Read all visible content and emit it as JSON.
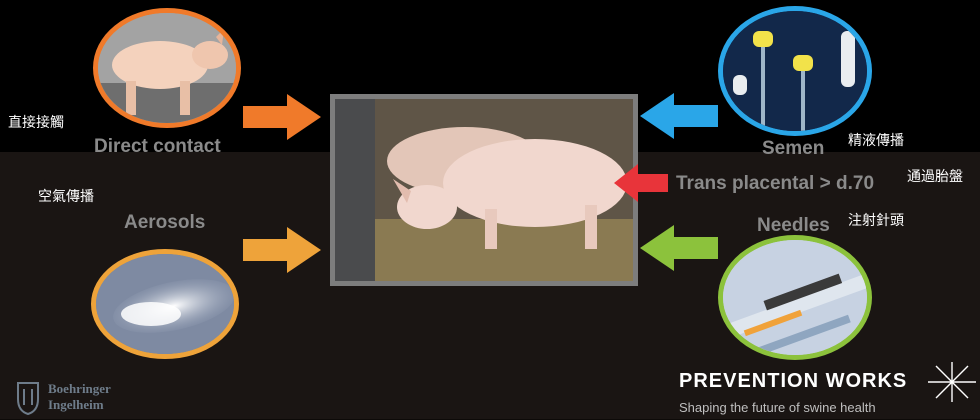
{
  "sources": {
    "direct_contact": {
      "label_en": "Direct contact",
      "label_zh": "直接接觸",
      "color": "#f07a2a"
    },
    "aerosols": {
      "label_en": "Aerosols",
      "label_zh": "空氣傳播",
      "color": "#eea33a"
    },
    "semen": {
      "label_en": "Semen",
      "label_zh": "精液傳播",
      "color": "#2aa6e8"
    },
    "trans_placental": {
      "label_en": "Trans placental > d.70",
      "label_zh": "通過胎盤",
      "color": "#e8343a"
    },
    "needles": {
      "label_en": "Needles",
      "label_zh": "注射針頭",
      "color": "#8cc23c"
    }
  },
  "branding": {
    "left_line1": "Boehringer",
    "left_line2": "Ingelheim",
    "right_title": "PREVENTION WORKS",
    "right_tagline": "Shaping the future of swine health"
  }
}
